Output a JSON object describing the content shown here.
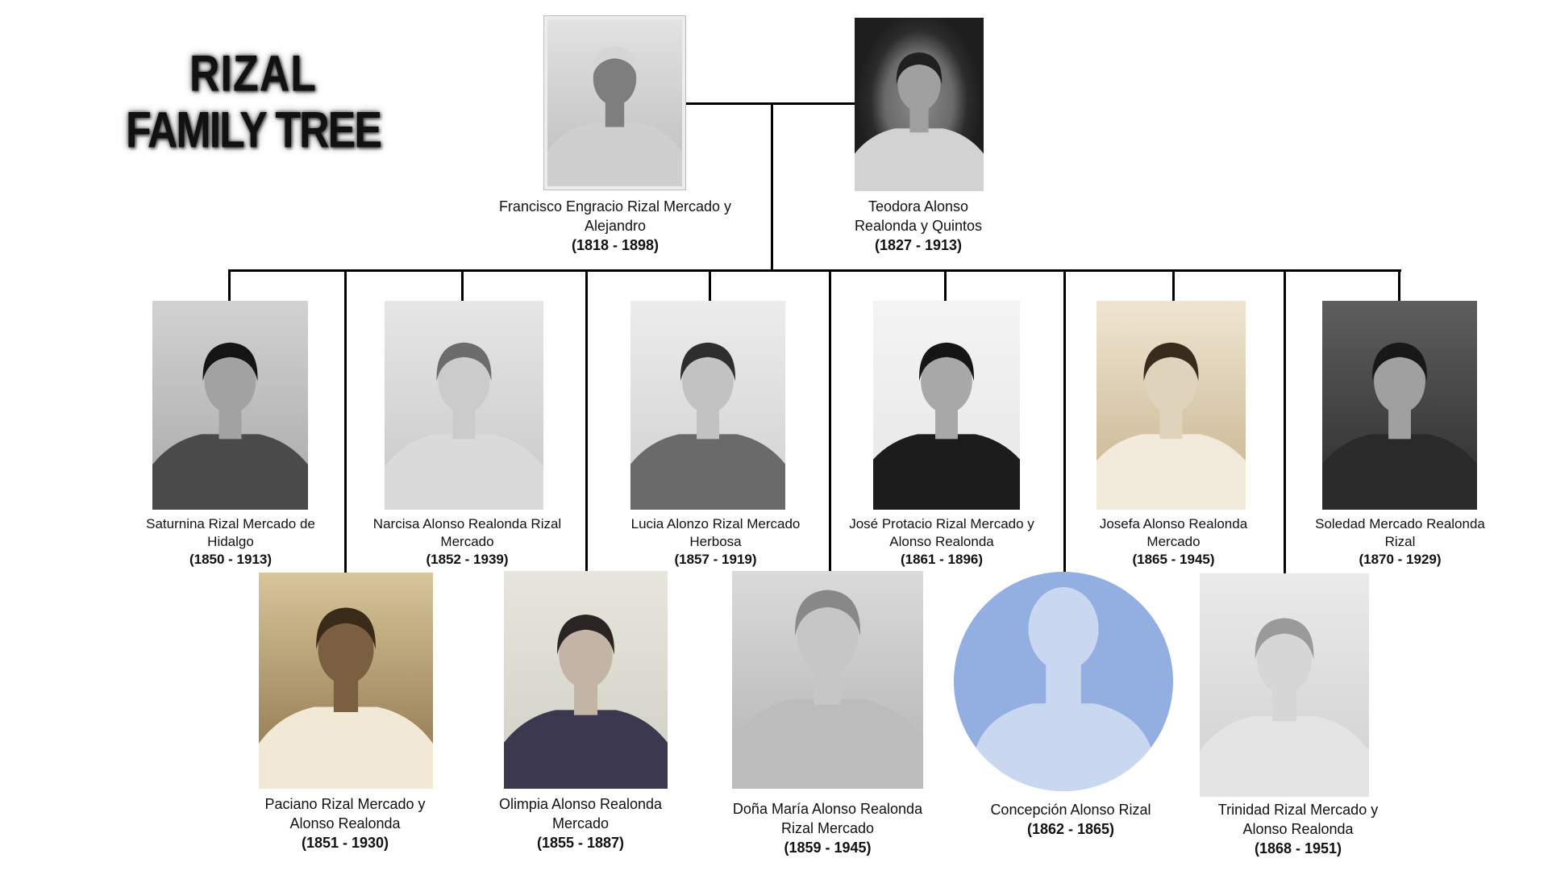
{
  "title": {
    "line1": "RIZAL",
    "line2": "FAMILY TREE"
  },
  "parents": [
    {
      "name": "Francisco Engracio Rizal Mercado y Alejandro",
      "years": "(1818 - 1898)"
    },
    {
      "name": "Teodora Alonso Realonda y Quintos",
      "years": "(1827 - 1913)"
    }
  ],
  "children": [
    {
      "name": "Saturnina Rizal Mercado de Hidalgo",
      "years": "(1850 - 1913)"
    },
    {
      "name": "Paciano Rizal Mercado y Alonso Realonda",
      "years": "(1851 - 1930)"
    },
    {
      "name": "Narcisa Alonso Realonda Rizal Mercado",
      "years": "(1852 - 1939)"
    },
    {
      "name": "Olimpia Alonso Realonda Mercado",
      "years": "(1855 - 1887)"
    },
    {
      "name": "Lucia Alonzo Rizal Mercado Herbosa",
      "years": "(1857 - 1919)"
    },
    {
      "name": "Doña María Alonso Realonda Rizal Mercado",
      "years": "(1859 - 1945)"
    },
    {
      "name": "José Protacio Rizal Mercado y Alonso Realonda",
      "years": "(1861 - 1896)"
    },
    {
      "name": "Concepción Alonso Rizal",
      "years": "(1862 - 1865)"
    },
    {
      "name": "Josefa Alonso Realonda Mercado",
      "years": "(1865 - 1945)"
    },
    {
      "name": "Trinidad Rizal Mercado y Alonso Realonda",
      "years": "(1868 - 1951)"
    },
    {
      "name": "Soledad Mercado Realonda Rizal",
      "years": "(1870 - 1929)"
    }
  ],
  "colors": {
    "connector": "#000000",
    "avatar_circle": "#93aee0",
    "avatar_figure": "#cad7f0",
    "title": "#111111"
  }
}
